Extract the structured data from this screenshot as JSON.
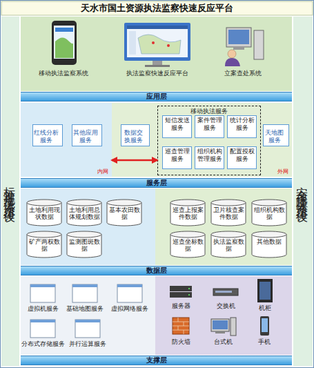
{
  "diagram": {
    "title": "天水市国土资源执法监察快速反应平台",
    "nodes": [
      {
        "text": [
          "标准规范体系建设"
        ]
      },
      {
        "text": [
          "安全保障体系建设"
        ]
      },
      {
        "text": [
          "应用层"
        ]
      },
      {
        "text": [
          "内网"
        ]
      },
      {
        "text": [
          "红线分析服务"
        ],
        "in": 3
      },
      {
        "text": [
          "其他应用服务"
        ],
        "in": 3
      },
      {
        "text": [
          "外网"
        ]
      },
      {
        "text": [
          "数据交换服务"
        ],
        "in": 6
      },
      {
        "text": [
          "移动执法服务"
        ],
        "in": 6
      },
      {
        "text": [
          "短信发送服务"
        ],
        "in": 8
      },
      {
        "text": [
          "案件管理服务"
        ],
        "in": 8
      },
      {
        "text": [
          "统计分析服务"
        ],
        "in": 8
      },
      {
        "text": [
          "巡查管理服务"
        ],
        "in": 8
      },
      {
        "text": [
          "组织机构管理服务"
        ],
        "in": 8
      },
      {
        "text": [
          "配置授权服务"
        ],
        "in": 8
      },
      {
        "text": [
          "天地图服务"
        ],
        "in": 6
      },
      {
        "text": [
          "服务层"
        ]
      },
      {
        "text": [
          "土地利用现状数据"
        ]
      },
      {
        "text": [
          "土地利用总体规划数据"
        ]
      },
      {
        "text": [
          "基本农田数据"
        ]
      },
      {
        "text": [
          "巡查上报案件数据"
        ]
      },
      {
        "text": [
          "卫片核查案件数据"
        ]
      },
      {
        "text": [
          "组织机构数据"
        ]
      },
      {
        "text": [
          "矿产两权数据"
        ]
      },
      {
        "text": [
          "监测图斑数据"
        ]
      },
      {
        "text": [
          "巡查坐标数据"
        ]
      },
      {
        "text": [
          "执法监察数据"
        ]
      },
      {
        "text": [
          "其他数据"
        ]
      },
      {
        "text": [
          "数据层"
        ]
      },
      {
        "text": [
          "支撑层"
        ]
      }
    ],
    "edges": [
      {
        "from": 3,
        "to": 8,
        "arrow": "both"
      }
    ],
    "labels": [
      "移动执法监察系统",
      "执法监察快速反应平台",
      "立案查处系统",
      "虚拟机服务",
      "基础地图服务",
      "虚拟网络服务",
      "分布式存储服务",
      "并行运算服务",
      "服务器",
      "交换机",
      "机柜",
      "防火墙",
      "台式机",
      "手机"
    ]
  }
}
